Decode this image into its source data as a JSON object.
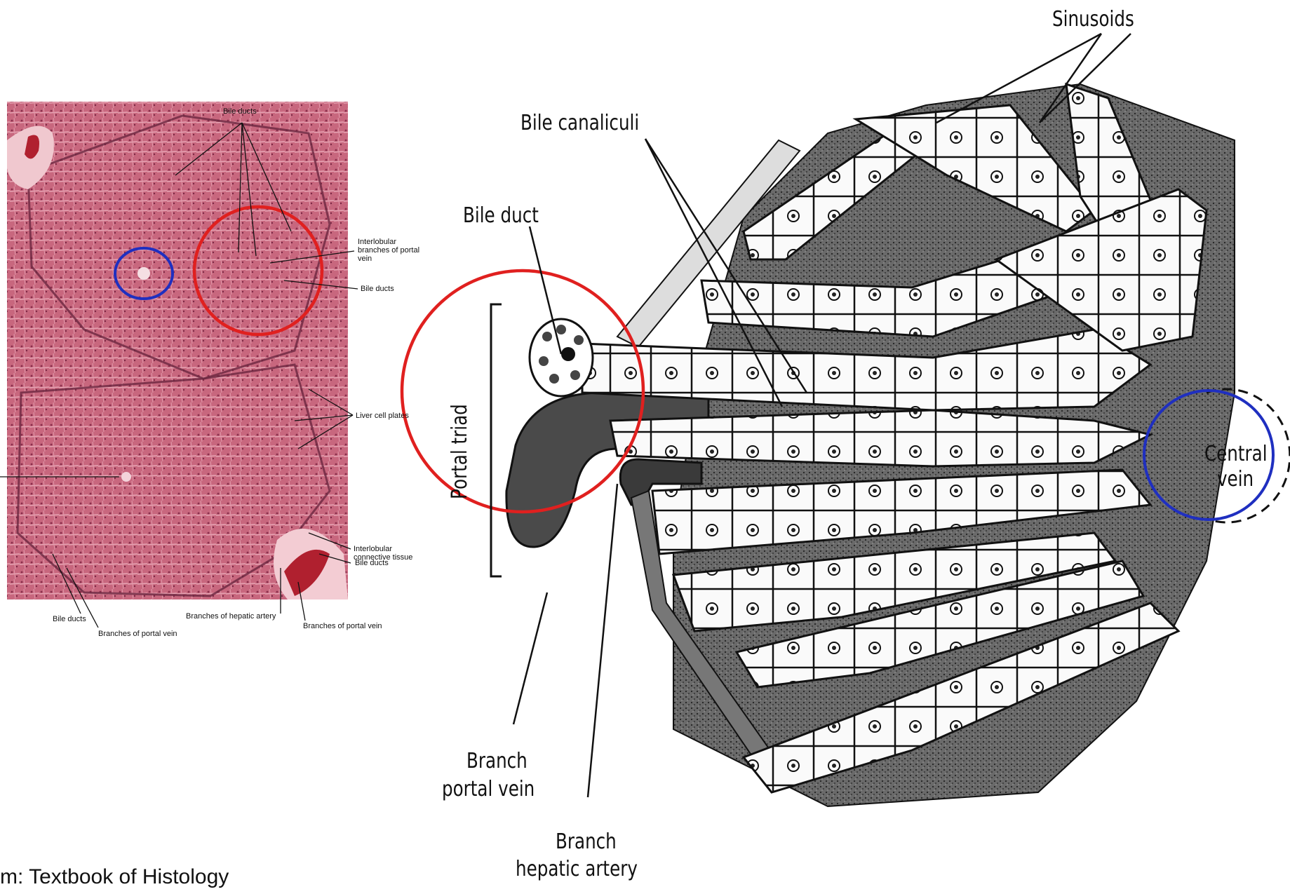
{
  "micrograph": {
    "labels": {
      "bile_ducts_top": "Bile ducts",
      "interlobular_branches": "Interlobular branches of portal vein",
      "bile_ducts_mid": "Bile ducts",
      "liver_cell_plates": "Liver cell plates",
      "interlobular_connective": "Interlobular connective tissue",
      "bile_ducts_right": "Bile ducts",
      "bile_ducts_bottom": "Bile ducts",
      "branches_portal_vein_left": "Branches of portal vein",
      "branches_hepatic_artery": "Branches of hepatic artery",
      "branches_portal_vein_right": "Branches of portal vein"
    },
    "colors": {
      "tissue": "#c8677e",
      "tissue_dark": "#9b3f5a",
      "highlight_red": "#e0201f",
      "highlight_blue": "#1f2fc0"
    }
  },
  "diagram": {
    "labels": {
      "sinusoids": "Sinusoids",
      "bile_canaliculi": "Bile canaliculi",
      "bile_duct": "Bile duct",
      "portal_triad": "Portal triad",
      "central_vein_1": "Central",
      "central_vein_2": "vein",
      "branch_portal_vein_1": "Branch",
      "branch_portal_vein_2": "portal vein",
      "branch_hepatic_artery_1": "Branch",
      "branch_hepatic_artery_2": "hepatic artery"
    }
  },
  "caption": "m: Textbook of Histology"
}
